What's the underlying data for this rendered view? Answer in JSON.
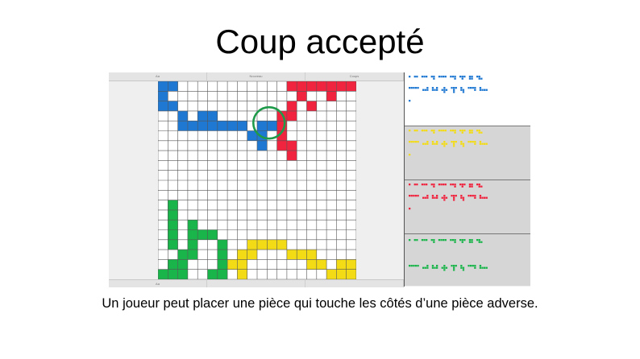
{
  "slide": {
    "title": "Coup accepté",
    "caption": "Un joueur peut placer une pièce qui touche les côtés d’une pièce adverse."
  },
  "app": {
    "top_tabs": [
      "Aa",
      "Nouveau",
      "Coups"
    ],
    "bottom_tabs": [
      "Aa",
      "",
      ""
    ]
  },
  "colors": {
    "blue": "#1f78d1",
    "red": "#f0243f",
    "yellow": "#f3dc16",
    "green": "#1ab54a",
    "highlight_ring": "#1f9a4a",
    "board_line": "#555555",
    "panel_gray": "#d6d6d6"
  },
  "board": {
    "size": 20,
    "pieces": {
      "blue": [
        [
          0,
          0
        ],
        [
          1,
          0
        ],
        [
          0,
          1
        ],
        [
          0,
          2
        ],
        [
          1,
          2
        ],
        [
          2,
          3
        ],
        [
          4,
          3
        ],
        [
          2,
          4
        ],
        [
          3,
          4
        ],
        [
          4,
          4
        ],
        [
          6,
          4
        ],
        [
          5,
          4
        ],
        [
          7,
          4
        ],
        [
          8,
          4
        ],
        [
          10,
          4
        ],
        [
          11,
          4
        ],
        [
          9,
          5
        ],
        [
          10,
          5
        ],
        [
          10,
          6
        ],
        [
          5,
          3
        ]
      ],
      "red": [
        [
          15,
          0
        ],
        [
          14,
          0
        ],
        [
          16,
          0
        ],
        [
          17,
          0
        ],
        [
          18,
          0
        ],
        [
          19,
          0
        ],
        [
          13,
          0
        ],
        [
          14,
          1
        ],
        [
          17,
          1
        ],
        [
          13,
          2
        ],
        [
          15,
          2
        ],
        [
          12,
          3
        ],
        [
          13,
          3
        ],
        [
          12,
          4
        ],
        [
          12,
          5
        ],
        [
          13,
          6
        ],
        [
          12,
          6
        ],
        [
          13,
          7
        ]
      ],
      "green": [
        [
          1,
          12
        ],
        [
          1,
          13
        ],
        [
          1,
          14
        ],
        [
          1,
          15
        ],
        [
          1,
          16
        ],
        [
          3,
          14
        ],
        [
          3,
          15
        ],
        [
          4,
          15
        ],
        [
          5,
          15
        ],
        [
          3,
          16
        ],
        [
          3,
          17
        ],
        [
          2,
          17
        ],
        [
          2,
          18
        ],
        [
          1,
          19
        ],
        [
          2,
          19
        ],
        [
          0,
          19
        ],
        [
          6,
          16
        ],
        [
          6,
          17
        ],
        [
          6,
          18
        ],
        [
          6,
          19
        ],
        [
          5,
          19
        ],
        [
          1,
          18
        ]
      ],
      "yellow": [
        [
          9,
          16
        ],
        [
          10,
          16
        ],
        [
          11,
          16
        ],
        [
          12,
          16
        ],
        [
          8,
          17
        ],
        [
          7,
          18
        ],
        [
          8,
          18
        ],
        [
          8,
          19
        ],
        [
          13,
          17
        ],
        [
          14,
          17
        ],
        [
          15,
          17
        ],
        [
          15,
          18
        ],
        [
          16,
          18
        ],
        [
          18,
          18
        ],
        [
          19,
          18
        ],
        [
          18,
          19
        ],
        [
          19,
          19
        ],
        [
          17,
          19
        ],
        [
          9,
          17
        ]
      ]
    },
    "highlight_cell": [
      11,
      4
    ]
  },
  "panels": [
    {
      "name": "blue-pieces",
      "color": "#1f78d1",
      "background": "#ffffff"
    },
    {
      "name": "yellow-pieces",
      "color": "#f3dc16",
      "background": "#d6d6d6"
    },
    {
      "name": "red-pieces",
      "color": "#f0243f",
      "background": "#d6d6d6"
    },
    {
      "name": "green-pieces",
      "color": "#1ab54a",
      "background": "#d6d6d6"
    }
  ]
}
